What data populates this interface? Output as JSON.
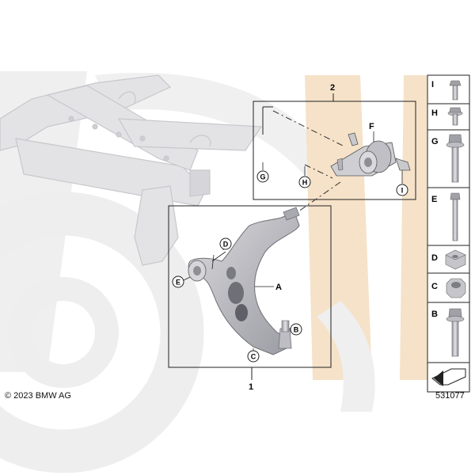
{
  "callouts": {
    "main_assembly": "1",
    "bushing_assembly": "2",
    "A": "A",
    "B": "B",
    "C": "C",
    "D": "D",
    "E": "E",
    "F": "F",
    "G": "G",
    "H": "H",
    "I": "I"
  },
  "parts_column": [
    {
      "letter": "I",
      "icon": "small-bolt-icon"
    },
    {
      "letter": "H",
      "icon": "small-flange-bolt-icon"
    },
    {
      "letter": "G",
      "icon": "long-flange-bolt-icon"
    },
    {
      "letter": "E",
      "icon": "long-bolt-icon"
    },
    {
      "letter": "D",
      "icon": "square-nut-icon"
    },
    {
      "letter": "C",
      "icon": "hex-nut-icon"
    },
    {
      "letter": "B",
      "icon": "flange-bolt-icon"
    }
  ],
  "footer": {
    "copyright": "© 2023 BMW AG",
    "diagram_number": "531077"
  },
  "colors": {
    "watermark_beige": "#f3dcc0",
    "watermark_grey": "#ececec",
    "part_grey": "#c9c9cc",
    "part_dark": "#8e8e94",
    "frame_line": "#222222"
  }
}
